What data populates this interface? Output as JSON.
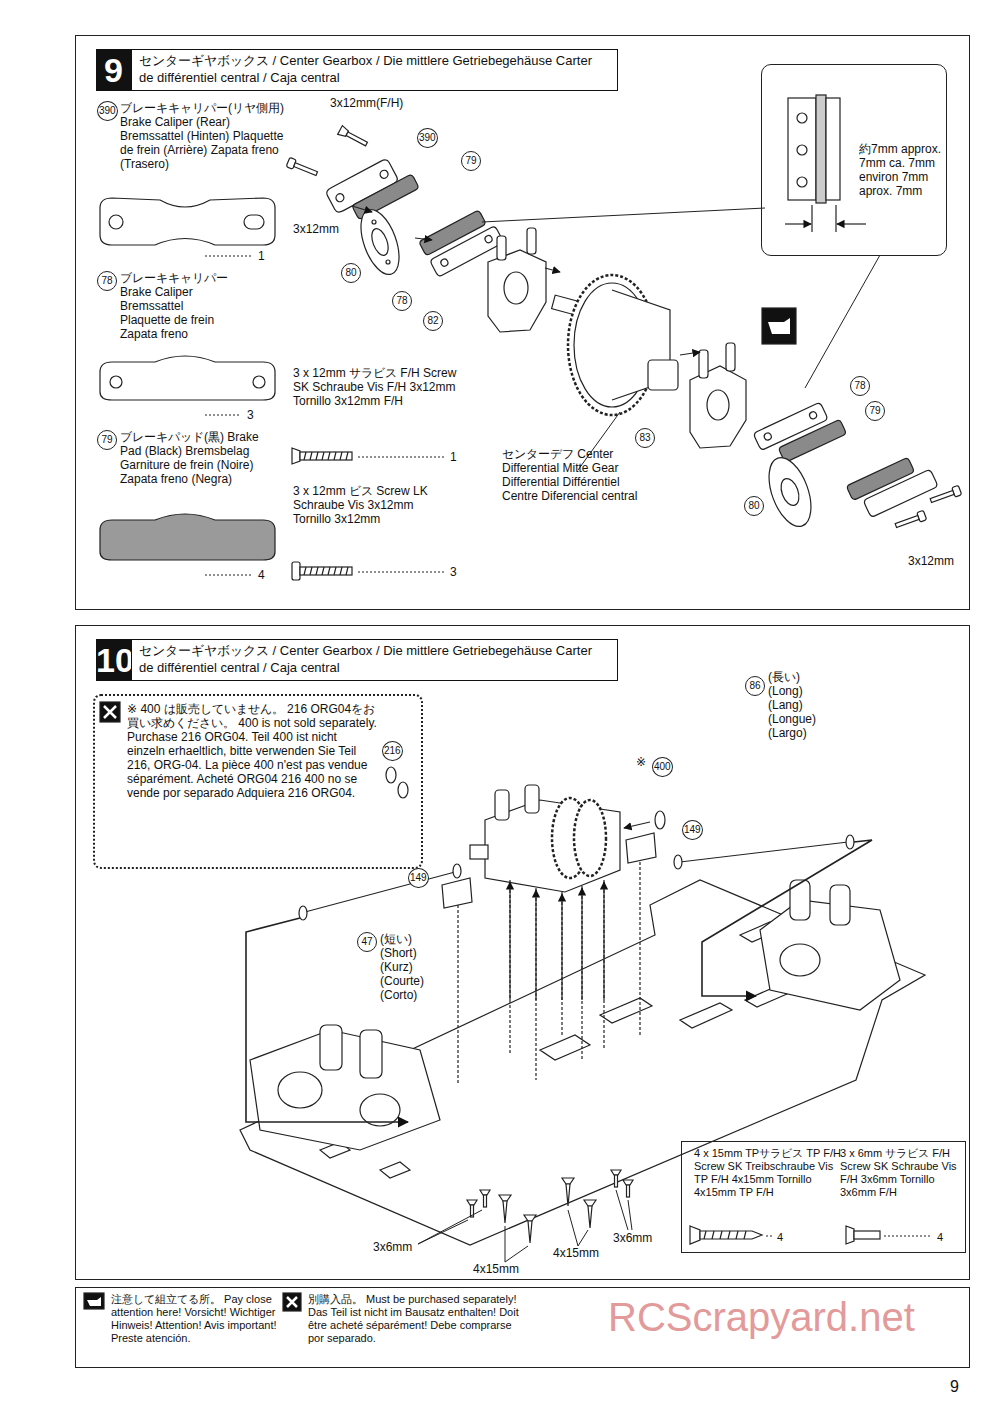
{
  "diagram": {
    "nodes": [
      {
        "text": [
          "9",
          "センターギヤボックス / Center Gearbox / Die mittlere Getriebegehäuse Carter de différentiel central / Caja central"
        ]
      },
      {
        "text": [
          "約7mm approx. 7mm ca. 7mm environ 7mm aprox. 7mm"
        ],
        "in": 0
      },
      {
        "text": [
          "10",
          "センターギヤボックス / Center Gearbox / Die mittlere Getriebegehäuse Carter de différentiel central / Caja central"
        ]
      },
      {
        "text": [
          "※ 400 は販売していません。 216 ORG04をお買い求めください。 400 is not sold separately. Purchase 216 ORG04. Teil 400 ist nicht einzeln erhaeltlich, bitte verwenden Sie Teil 216, ORG-04. La pièce 400 n'est pas vendue séparément. Acheté ORG04 216 400 no se vende por separado Adquiera 216 ORG04."
        ],
        "in": 2
      },
      {
        "text": [
          "4 x 15mm TPサラビス TP F/H Screw SK Treibschraube Vis TP F/H 4x15mm Tornillo 4x15mm TP F/H",
          "4",
          "3 x 6mm サラビス F/H Screw SK Schraube Vis F/H 3x6mm Tornillo 3x6mm F/H",
          "4"
        ],
        "in": 2
      },
      {
        "text": [
          "注意して組立てる所。 Pay close attention here! Vorsicht! Wichtiger Hinweis! Attention! Avis important! Preste atención.",
          "別購入品。 Must be purchased separately! Das Teil ist nicht im Bausatz enthalten! Doit être acheté séparément! Debe comprarse por separado."
        ]
      }
    ],
    "labels": [
      "3x12mm(F/H)",
      "390",
      "79",
      "3x12mm",
      "80",
      "78",
      "82",
      "78",
      "79",
      "83",
      "80",
      "3x12mm",
      "センターデフ Center Differential Mitte Gear Differential Différentiel Centre Diferencial central",
      "390",
      "ブレーキキャリパー(リヤ側用) Brake Caliper (Rear) Bremssattel (Hinten) Plaquette de frein (Arrière) Zapata freno (Trasero)",
      "1",
      "78",
      "ブレーキキャリパー Brake Caliper Bremssattel Plaquette de frein Zapata freno",
      "3",
      "79",
      "ブレーキパッド(黒) Brake Pad (Black) Bremsbelag Garniture de frein (Noire) Zapata freno (Negra)",
      "4",
      "3 x 12mm サラビス F/H Screw SK Schraube Vis F/H 3x12mm Tornillo 3x12mm F/H",
      "1",
      "3 x 12mm ビス Screw LK Schraube Vis 3x12mm Tornillo 3x12mm",
      "3",
      "216",
      "86",
      "(長い) (Long) (Lang) (Longue) (Largo)",
      "※",
      "400",
      "149",
      "149",
      "47",
      "(短い) (Short) (Kurz) (Courte) (Corto)",
      "3x6mm",
      "4x15mm",
      "4x15mm",
      "3x6mm",
      "RCScrapyard.net",
      "9"
    ]
  }
}
